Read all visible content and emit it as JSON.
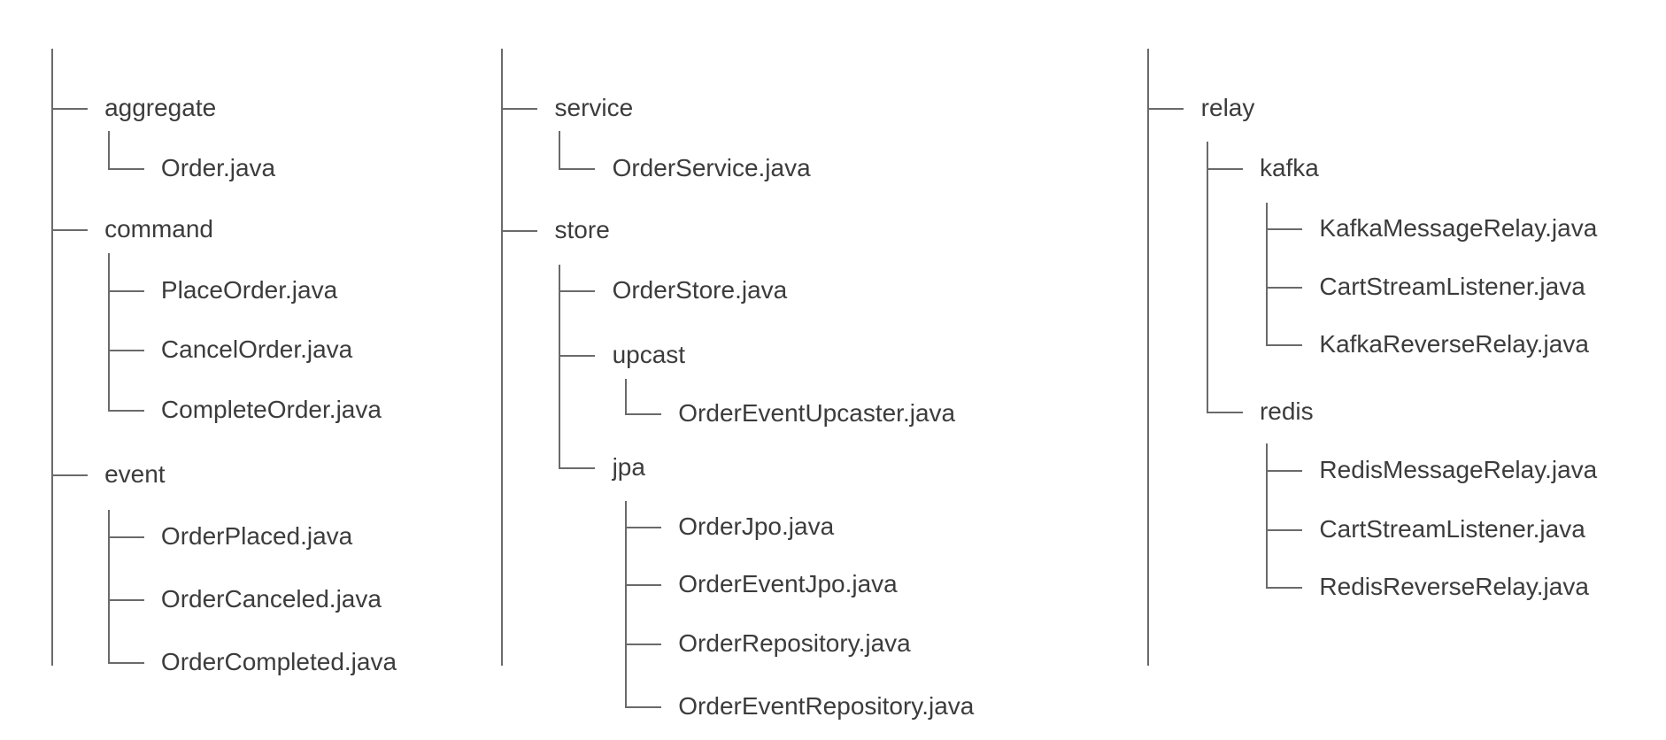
{
  "columns": [
    {
      "children": [
        {
          "label": "aggregate",
          "children": [
            {
              "label": "Order.java"
            }
          ]
        },
        {
          "label": "command",
          "children": [
            {
              "label": "PlaceOrder.java"
            },
            {
              "label": "CancelOrder.java"
            },
            {
              "label": "CompleteOrder.java"
            }
          ]
        },
        {
          "label": "event",
          "children": [
            {
              "label": "OrderPlaced.java"
            },
            {
              "label": "OrderCanceled.java"
            },
            {
              "label": "OrderCompleted.java"
            }
          ]
        }
      ]
    },
    {
      "children": [
        {
          "label": "service",
          "children": [
            {
              "label": "OrderService.java"
            }
          ]
        },
        {
          "label": "store",
          "children": [
            {
              "label": "OrderStore.java"
            },
            {
              "label": "upcast",
              "children": [
                {
                  "label": "OrderEventUpcaster.java"
                }
              ]
            },
            {
              "label": "jpa",
              "children": [
                {
                  "label": "OrderJpo.java"
                },
                {
                  "label": "OrderEventJpo.java"
                },
                {
                  "label": "OrderRepository.java"
                },
                {
                  "label": "OrderEventRepository.java"
                }
              ]
            }
          ]
        }
      ]
    },
    {
      "children": [
        {
          "label": "relay",
          "children": [
            {
              "label": "kafka",
              "children": [
                {
                  "label": "KafkaMessageRelay.java"
                },
                {
                  "label": "CartStreamListener.java"
                },
                {
                  "label": "KafkaReverseRelay.java"
                }
              ]
            },
            {
              "label": "redis",
              "children": [
                {
                  "label": "RedisMessageRelay.java"
                },
                {
                  "label": "CartStreamListener.java"
                },
                {
                  "label": "RedisReverseRelay.java"
                }
              ]
            }
          ]
        }
      ]
    }
  ]
}
